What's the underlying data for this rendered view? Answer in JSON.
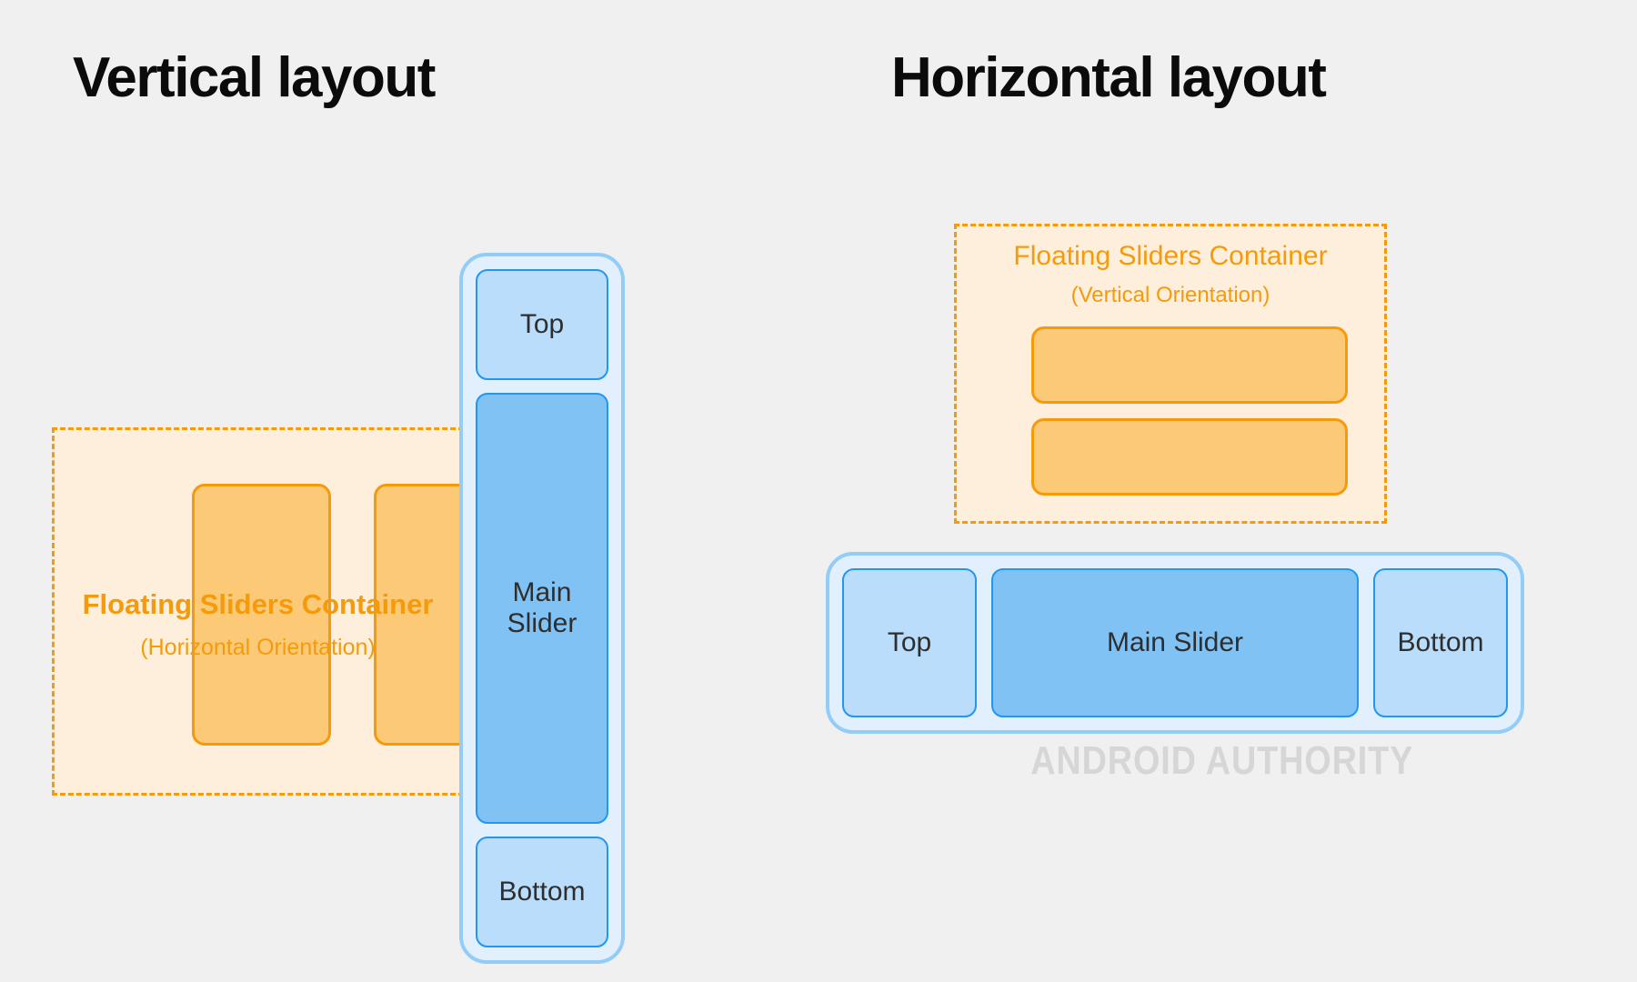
{
  "background_color": "#f0f0f0",
  "colors": {
    "title_text": "#0b0b0b",
    "orange_accent": "#f59a0b",
    "orange_fill": "#fcca77",
    "orange_container_fill": "#fdefdb",
    "blue_panel_fill": "#e2f0fd",
    "blue_panel_border": "#93cdf7",
    "blue_cell_border": "#2196f3",
    "blue_cell_edge_fill": "#b9ddfa",
    "blue_cell_main_fill": "#81c2f5",
    "cell_text": "#2e2e2e",
    "watermark": "#d6d6d6"
  },
  "vertical_layout": {
    "title": "Vertical layout",
    "floating_container": {
      "label": "Floating Sliders Container",
      "sublabel": "(Horizontal Orientation)",
      "orientation": "horizontal",
      "sliders": [
        {
          "name": "floating-slider-1"
        },
        {
          "name": "floating-slider-2"
        }
      ]
    },
    "slider_panel": {
      "orientation": "vertical",
      "cells": [
        {
          "label": "Top",
          "role": "edge"
        },
        {
          "label": "Main Slider",
          "role": "main"
        },
        {
          "label": "Bottom",
          "role": "edge"
        }
      ]
    }
  },
  "horizontal_layout": {
    "title": "Horizontal layout",
    "floating_container": {
      "label": "Floating Sliders Container",
      "sublabel": "(Vertical Orientation)",
      "orientation": "vertical",
      "sliders": [
        {
          "name": "floating-slider-1"
        },
        {
          "name": "floating-slider-2"
        }
      ]
    },
    "slider_panel": {
      "orientation": "horizontal",
      "cells": [
        {
          "label": "Top",
          "role": "edge"
        },
        {
          "label": "Main Slider",
          "role": "main"
        },
        {
          "label": "Bottom",
          "role": "edge"
        }
      ]
    }
  },
  "watermark": "ANDROID AUTHORITY"
}
